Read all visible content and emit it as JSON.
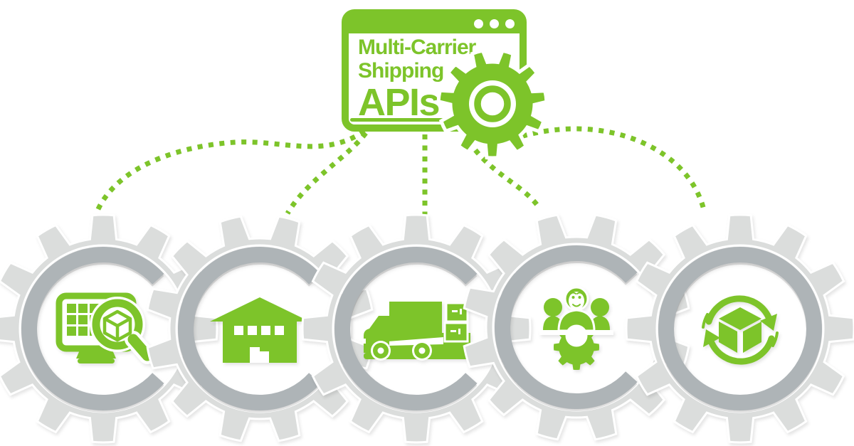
{
  "illustration": {
    "window": {
      "title_lines": [
        "Multi-Carrier",
        "Shipping",
        "APIs"
      ],
      "control_dots": 3
    },
    "gears": [
      {
        "icon": "monitor-package-search-icon"
      },
      {
        "icon": "warehouse-icon"
      },
      {
        "icon": "delivery-truck-boxes-icon"
      },
      {
        "icon": "team-gear-icon"
      },
      {
        "icon": "package-cycle-arrows-icon"
      }
    ],
    "colors": {
      "green": "#7DC42A",
      "gear_body": "#DBDDDC",
      "gear_ring": "#AEB4B7",
      "background": "#FFFFFF"
    }
  }
}
